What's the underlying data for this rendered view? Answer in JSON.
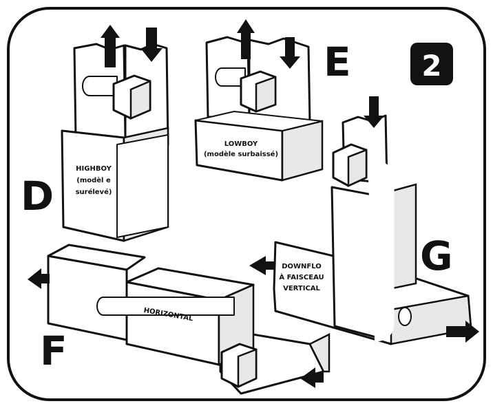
{
  "badge": {
    "number": "2"
  },
  "units": {
    "d": {
      "letter": "D",
      "label_lines": [
        "HIGHBOY",
        "(modèl e",
        "surélevé)"
      ]
    },
    "e": {
      "letter": "E",
      "label_lines": [
        "LOWBOY",
        "(modèle surbaissé)"
      ]
    },
    "f": {
      "letter": "F",
      "label_lines": [
        "HORIZONTAL"
      ]
    },
    "g": {
      "letter": "G",
      "label_lines": [
        "DOWNFLO",
        "À FAISCEAU",
        "VERTICAL"
      ]
    }
  }
}
